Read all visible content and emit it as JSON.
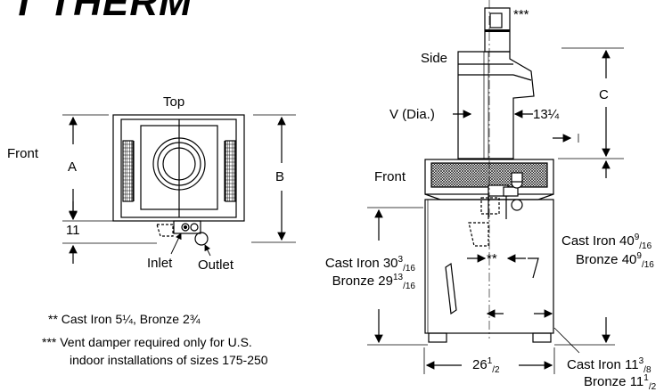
{
  "header": {
    "brand_fragment": "’T THERM"
  },
  "top_view": {
    "title": "Top",
    "front_label": "Front",
    "dim_a": "A",
    "dim_b": "B",
    "dim_11": "11",
    "inlet": "Inlet",
    "outlet": "Outlet"
  },
  "side_view": {
    "title": "Side",
    "front_label": "Front",
    "vent_damper_mark": "***",
    "v_dia": "V (Dia.)",
    "dim_13": "13¼",
    "dim_c": "C",
    "dim_star": "**",
    "ci_left_1": "Cast Iron 30",
    "ci_left_1_sup": "3",
    "ci_left_1_sub": "/16",
    "br_left_1": "Bronze 29",
    "br_left_1_sup": "13",
    "br_left_1_sub": "/16",
    "ci_right_1": "Cast Iron 40",
    "ci_right_1_sup": "9",
    "ci_right_1_sub": "/16",
    "br_right_1": "Bronze 40",
    "br_right_1_sup": "9",
    "br_right_1_sub": "/16",
    "width_26": "26",
    "width_26_sup": "1",
    "width_26_sub": "/2",
    "ci_bottom": "Cast Iron 11",
    "ci_bottom_sup": "3",
    "ci_bottom_sub": "/8",
    "br_bottom": "Bronze 11",
    "br_bottom_sup": "1",
    "br_bottom_sub": "/2"
  },
  "notes": {
    "note1": "** Cast Iron 5¼, Bronze 2¾",
    "note2_line1": "*** Vent damper required only for U.S.",
    "note2_line2": "indoor installations of sizes 175-250"
  }
}
